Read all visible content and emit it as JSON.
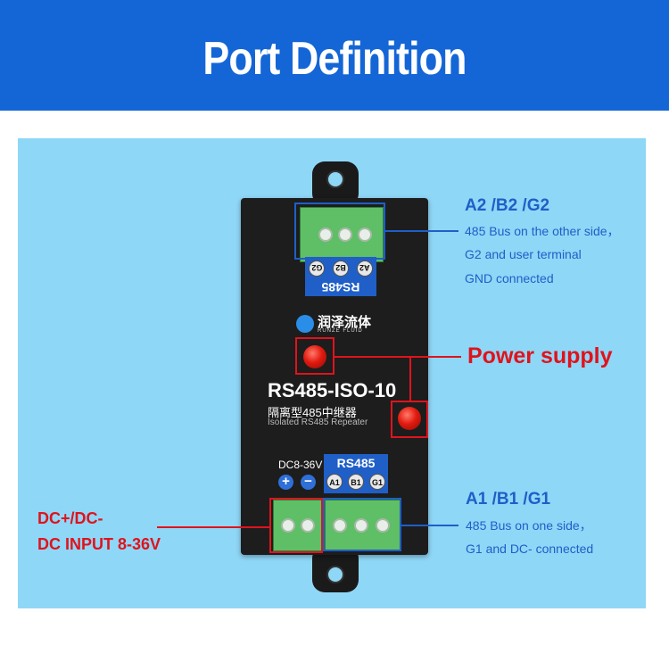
{
  "header": {
    "title": "Port Definition"
  },
  "device": {
    "model": "RS485-ISO-10",
    "name_cn": "隔离型485中继器",
    "name_en": "Isolated RS485 Repeater",
    "brand_cn": "润泽流体",
    "brand_en": "RUNZE FLUID",
    "top_port_label": "RS485",
    "top_pins": [
      "A2",
      "B2",
      "G2"
    ],
    "bottom_port_label": "RS485",
    "bottom_pins": [
      "A1",
      "B1",
      "G1"
    ],
    "dc_range_label": "DC8-36V",
    "dc_plus": "+",
    "dc_minus": "−"
  },
  "annotations": {
    "top": {
      "title": "A2 /B2 /G2",
      "lines": [
        "485 Bus on the other side，",
        "G2 and user terminal",
        "GND connected"
      ]
    },
    "power": {
      "title": "Power supply"
    },
    "bottom": {
      "title": "A1 /B1 /G1",
      "lines": [
        "485 Bus on one side，",
        "G1 and DC- connected"
      ]
    },
    "dc": {
      "line1": "DC+/DC-",
      "line2": "DC INPUT 8-36V"
    }
  },
  "colors": {
    "banner": "#1466d6",
    "panel": "#8fd7f7",
    "callout_blue": "#1f5fc7",
    "callout_red": "#e0131c",
    "terminal_green": "#5fbf66"
  }
}
